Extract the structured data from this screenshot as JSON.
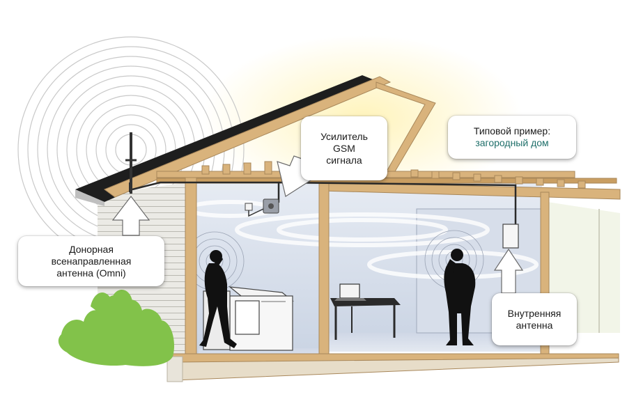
{
  "labels": {
    "amplifier": [
      "Усилитель",
      "GSM",
      "сигнала"
    ],
    "donor_antenna": [
      "Донорная",
      "всенаправленная",
      "антенна (Omni)"
    ],
    "indoor_antenna": [
      "Внутренняя",
      "антенна"
    ],
    "example": {
      "line1": "Типовой пример:",
      "line2": "загородный дом"
    }
  },
  "colors": {
    "roof": "#1e1e1e",
    "beam": "#d9b37c",
    "beam_edge": "#a8875a",
    "siding": "#ecebe6",
    "shrub": "#82c24a",
    "accent_text": "#1f6f6a",
    "person": "#111111",
    "signal_glow": "#fff6c8"
  }
}
